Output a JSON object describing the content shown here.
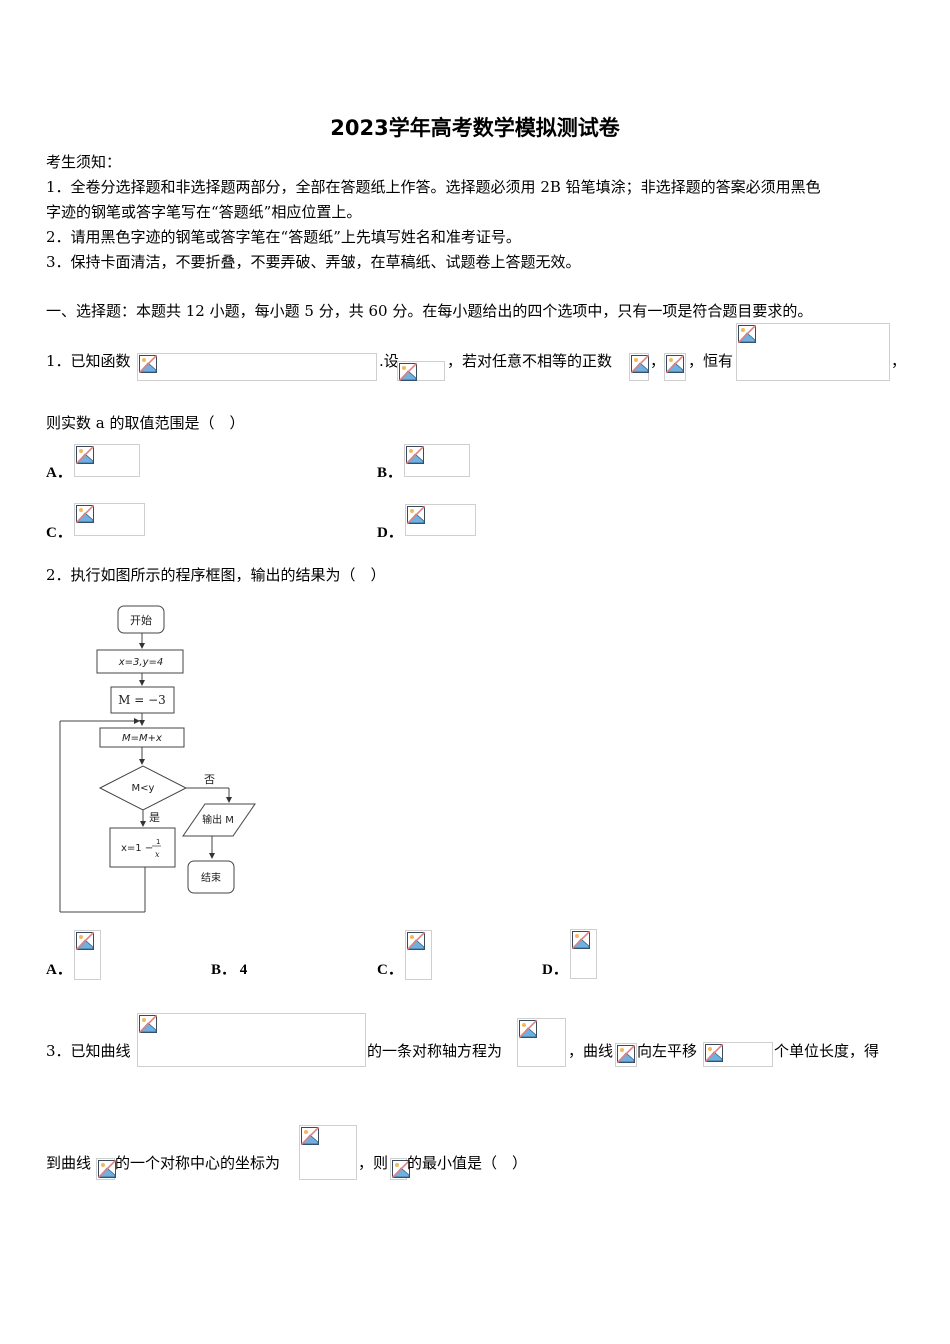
{
  "title": "2023学年高考数学模拟测试卷",
  "notice": {
    "heading": "考生须知：",
    "items": [
      "1．全卷分选择题和非选择题两部分，全部在答题纸上作答。选择题必须用 2B 铅笔填涂；非选择题的答案必须用黑色",
      "字迹的钢笔或答字笔写在“答题纸”相应位置上。",
      "2．请用黑色字迹的钢笔或答字笔在“答题纸”上先填写姓名和准考证号。",
      "3．保持卡面清洁，不要折叠，不要弄破、弄皱，在草稿纸、试题卷上答题无效。"
    ]
  },
  "section1": {
    "heading": "一、选择题：本题共 12 小题，每小题 5 分，共 60 分。在每小题给出的四个选项中，只有一项是符合题目要求的。"
  },
  "q1": {
    "part1": "1．已知函数",
    "part2": ".设",
    "part3": "，若对任意不相等的正数",
    "part4": "，",
    "part5": "，恒有",
    "part6": "，",
    "line2": "则实数 a 的取值范围是（　）",
    "options": [
      "A．",
      "B．",
      "C．",
      "D．"
    ]
  },
  "q2": {
    "stem": "2．执行如图所示的程序框图，输出的结果为（　）",
    "flowchart": {
      "start": "开始",
      "init": "x=3,y=4",
      "m_init": "M = −3",
      "update": "M=M+x",
      "condition": "M<y",
      "no_label": "否",
      "yes_label": "是",
      "output": "输出 M",
      "x_update_prefix": "x=1 −",
      "x_update_num": "1",
      "x_update_den": "x",
      "end": "结束"
    },
    "options": [
      "A．",
      "B．  4",
      "C．",
      "D．"
    ]
  },
  "q3": {
    "part1": "3．已知曲线",
    "part2": "的一条对称轴方程为",
    "part3": "，曲线",
    "part4": "向左平移",
    "part5": "个单位长度，得",
    "line2_part1": "到曲线",
    "line2_part2": "的一个对称中心的坐标为",
    "line2_part3": "，则",
    "line2_part4": "的最小值是（　）"
  },
  "icons": {
    "broken_image": "broken-image-icon"
  }
}
